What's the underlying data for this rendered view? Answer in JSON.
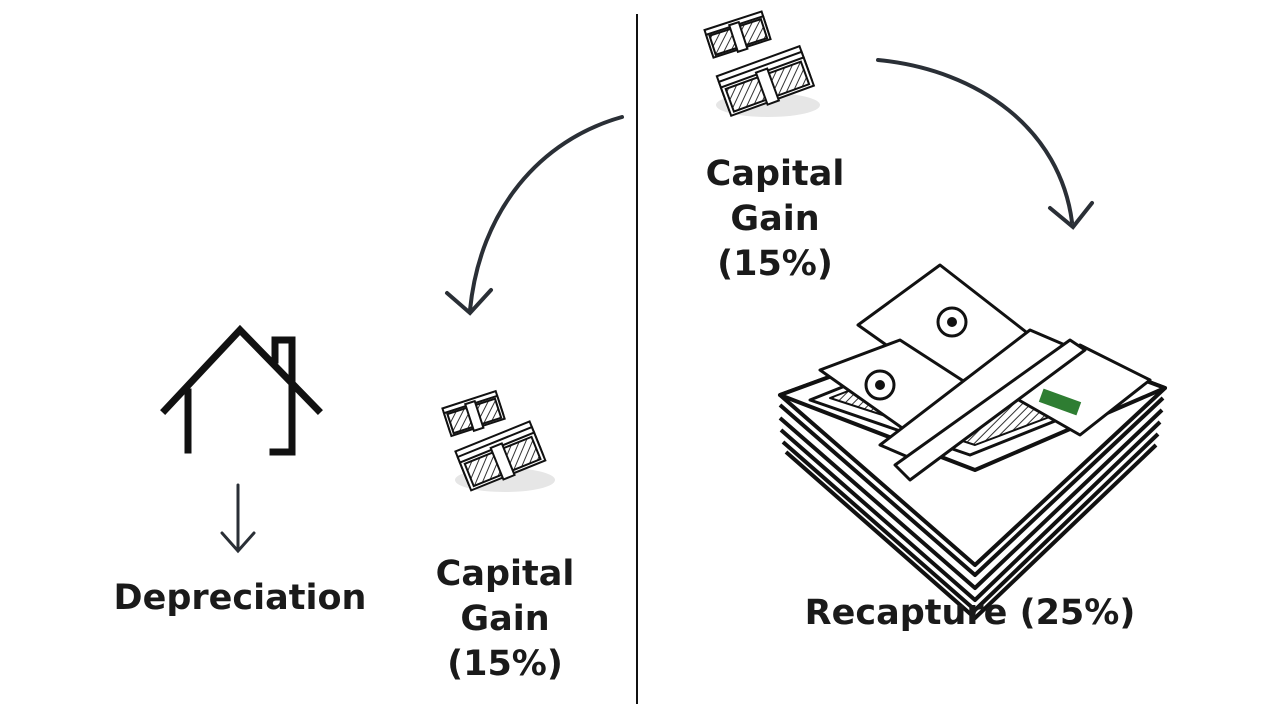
{
  "left_panel": {
    "depreciation_label": "Depreciation",
    "capital_gain": {
      "line1": "Capital",
      "line2": "Gain",
      "line3": "(15%)"
    }
  },
  "right_panel": {
    "capital_gain": {
      "line1": "Capital",
      "line2": "Gain",
      "line3": "(15%)"
    },
    "recapture_label": "Recapture (25%)"
  },
  "icons": [
    "house-icon",
    "down-arrow-icon",
    "curved-arrow-icon",
    "small-cash-stack-icon",
    "large-cash-stack-icon"
  ],
  "colors": {
    "ink": "#1a1a1a",
    "background": "#ffffff",
    "money_green": "#2e7d32"
  }
}
